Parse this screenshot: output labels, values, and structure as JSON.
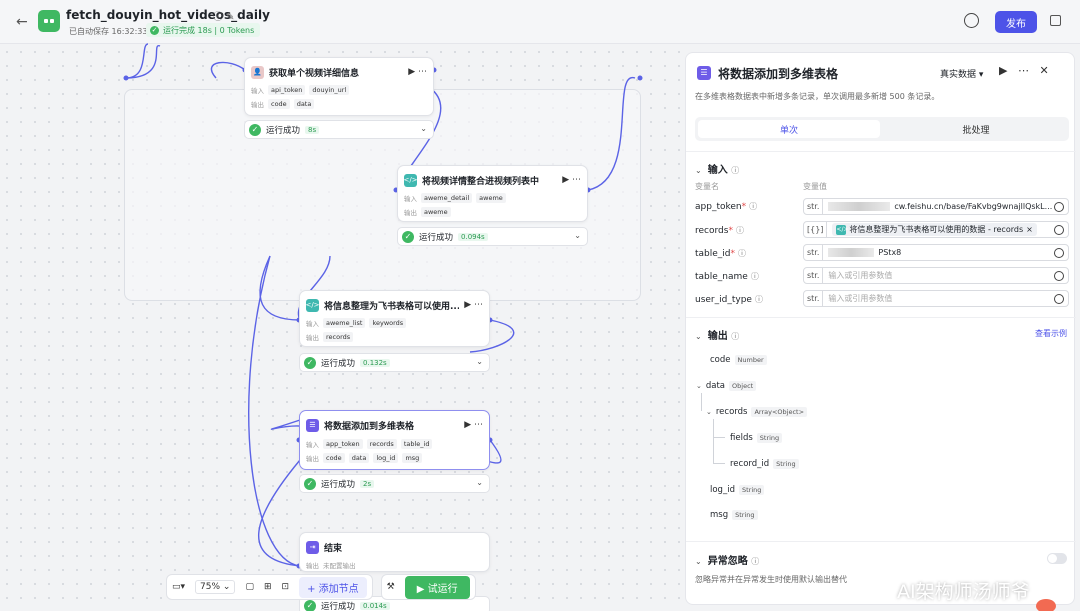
{
  "app": {
    "title": "fetch_douyin_hot_videos_daily",
    "saved": "已自动保存 16:32:33",
    "run_status": "运行完成 18s | 0 Tokens",
    "publish": "发布"
  },
  "nodes": {
    "get_detail": {
      "title": "获取单个视频详细信息",
      "in_label": "输入",
      "in1": "api_token",
      "in2": "douyin_url",
      "out_label": "输出",
      "out1": "code",
      "out2": "data",
      "status": "运行成功",
      "time": "8s"
    },
    "merge": {
      "title": "将视频详情整合进视频列表中",
      "in_label": "输入",
      "in1": "aweme_detail",
      "in2": "aweme",
      "out_label": "输出",
      "out1": "aweme",
      "status": "运行成功",
      "time": "0.094s"
    },
    "format": {
      "title": "将信息整理为飞书表格可以使用...",
      "in_label": "输入",
      "in1": "aweme_list",
      "in2": "keywords",
      "out_label": "输出",
      "out1": "records",
      "status": "运行成功",
      "time": "0.132s"
    },
    "add_records": {
      "title": "将数据添加到多维表格",
      "in_label": "输入",
      "in1": "app_token",
      "in2": "records",
      "in3": "table_id",
      "out_label": "输出",
      "out1": "code",
      "out2": "data",
      "out3": "log_id",
      "out4": "msg",
      "status": "运行成功",
      "time": "2s"
    },
    "end": {
      "title": "结束",
      "out_label": "输出",
      "out_value": "未配置输出",
      "status": "运行成功",
      "time": "0.014s"
    }
  },
  "toolbar": {
    "zoom": "75%",
    "add_node": "添加节点",
    "try_run": "试运行"
  },
  "panel": {
    "title": "将数据添加到多维表格",
    "mode": "真实数据",
    "description": "在多维表格数据表中新增多条记录，单次调用最多新增 500 条记录。",
    "tabs": [
      "单次",
      "批处理"
    ],
    "input_section": "输入",
    "col_name": "变量名",
    "col_value": "变量值",
    "params": [
      {
        "name": "app_token",
        "required": true,
        "prefix": "str.",
        "value": "cw.feishu.cn/base/FaKvbg9wnajllQskL..."
      },
      {
        "name": "records",
        "required": true,
        "prefix": "[{}]",
        "value": "将信息整理为飞书表格可以使用的数据 - records"
      },
      {
        "name": "table_id",
        "required": true,
        "prefix": "str.",
        "value": "PStx8"
      },
      {
        "name": "table_name",
        "required": false,
        "prefix": "str.",
        "placeholder": "输入或引用参数值"
      },
      {
        "name": "user_id_type",
        "required": false,
        "prefix": "str.",
        "placeholder": "输入或引用参数值"
      }
    ],
    "output_section": "输出",
    "view_example": "查看示例",
    "outputs": [
      {
        "name": "code",
        "type": "Number"
      },
      {
        "name": "data",
        "type": "Object"
      },
      {
        "name": "records",
        "type": "Array<Object>"
      },
      {
        "name": "fields",
        "type": "String"
      },
      {
        "name": "record_id",
        "type": "String"
      },
      {
        "name": "log_id",
        "type": "String"
      },
      {
        "name": "msg",
        "type": "String"
      }
    ],
    "exception_section": "异常忽略",
    "exception_desc": "忽略异常并在异常发生时使用默认输出替代"
  },
  "watermark": "AI架构师汤师爷"
}
